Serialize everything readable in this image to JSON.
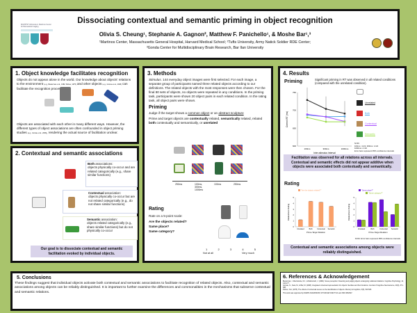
{
  "title": "Dissociating contextual and semantic priming in object recognition",
  "authors": "Olivia S. Cheung¹, Stephanie A. Gagnon², Matthew F. Panichello¹, & Moshe Bar¹,³",
  "affil1": "¹Martinos Center, Massachusetts General Hospital, Harvard Medical School; ²Tufts University, Army Natick Soldier RDE Center;",
  "affil2": "³Gonda Center for Multidisciplinary Brain Research, Bar Ilan University",
  "logo_text": "MGH/HST Athinoula A. Martinos Center for Biomedical Imaging",
  "s1": {
    "heading": "1. Object knowledge facilitates recognition",
    "p1a": "Objects do not appear alone in the world. Our knowledge about objects' relations to the environment ",
    "c1": "(e.g., Biederman et al., 1982; Palmer, 1975)",
    "p1b": " and other objects ",
    "c2": "(e.g., Gronau et al., 2008)",
    "p1c": " can facilitate the recognition process.",
    "p2a": "Objects are associated with each other in many different ways. However, the different types of object associations are often confounded in object priming studies ",
    "c3": "(e.g., Gronau et al., 2008)",
    "p2b": ", rendering the actual source of facilitation unclear."
  },
  "s2": {
    "heading": "2. Contextual and semantic associations",
    "both_title": "Both",
    "both_rest": " associations:",
    "both_desc": "objects physically co-occur and are related categorically (e.g., share similar functions)",
    "ctx_title": "Contextual",
    "ctx_rest": " association:",
    "ctx_desc": "objects physically co-occur but are not related categorically (e.g., do not share similar functions)",
    "sem_title": "Semantic",
    "sem_rest": " association:",
    "sem_desc": "objects related categorically (e.g., share similar functions) but do not physically co-occur",
    "goal": "Our goal is to dissociate contextual and semantic facilitation evoked by individual objects."
  },
  "s3": {
    "heading": "3. Methods",
    "stim_label": "Stimulus.",
    "stim": " 144 everyday object images were first selected. For each image, a separate group of participants named three related objects according to our definitions. The related objects with the most responses were then chosen. For the final 80 sets of objects, no objects were repeated in any conditions. In the priming task, participants were shown 20 object pairs in each related condition. In the rating task, all object pairs were shown.",
    "priming": "Priming",
    "judge_a": "Judge if the target shows a ",
    "judge_u1": "common object",
    "judge_b": " or an ",
    "judge_u2": "abstract sculpture",
    "rel_a": "Prime and target objects are ",
    "rel_ctx": "contextually",
    "rel_b": " related, ",
    "rel_sem": "semantically",
    "rel_c": " related, related ",
    "rel_both": "both",
    "rel_d": " contextually and semantically, or ",
    "rel_un": "unrelated",
    "timeline": [
      "250ms",
      "100ms,\n300ms,\n1000ms",
      "100ms",
      "250ms"
    ],
    "rating": "Rating",
    "rate_scale": "Rate on a 5-point scale:",
    "questions": [
      "Are the objects related?",
      "Same place?",
      "Same category?"
    ],
    "scale": [
      "1",
      "2",
      "3",
      "4",
      "5"
    ],
    "scale_low": "Not at all",
    "scale_high": "Very much"
  },
  "s4": {
    "heading": "4. Results",
    "priming": "Priming",
    "priming_text": "Significant priming in RT was observed in all related conditions (compared with the unrelated condition).",
    "notes": [
      "N=69",
      "100ms: n=21; 300ms: n=24",
      "1000ms: n=24",
      "Error bars represent 95% confidence intervals"
    ],
    "finding1": "Facilitation was observed for all relations across all intervals. Contextual and semantic effects did not appear additive when objects were associated both contextually and semantically.",
    "rating": "Rating",
    "rating_note": "N=69. Error bars represent 95% confidence intervals",
    "finding2": "Contextual and semantic associations among objects were reliably distinguished."
  },
  "s5": {
    "heading": "5. Conclusions",
    "text": "These findings suggest that individual objects activate both contextual and semantic associations to facilitate recognition of related objects. Also, contextual and semantic associations among objects can be reliably distinguished. It is important to further examine the differences and commonalities in the mechanisms that subserve contextual and semantic relations."
  },
  "s6": {
    "heading": "6. References & Acknowledgement",
    "refs": [
      "Biederman, I. Mezzanotte, R.J., & Rabinowitz, J. (1982). Scene perception: Detecting and judging objects undergoing relational violations. Cognitive Psychology, 14, 143-177.",
      "Gronau, N., Neta, M., & Bar, M. (2008). Integrated contextual representation for objects' identities and their locations. Journal of Cognitive Neuroscience, 20(3), 371-388.",
      "Palmer, S.E. (1975). The effects of contextual scenes on the identification of objects. Memory & Cognition, 3(5), 519-526."
    ],
    "ack": "This work was supported by DARPA N10AP20036, NIH 1R01EY019477-01 and NSF 0842947."
  },
  "chart_data": [
    {
      "type": "line",
      "xlabel": "Inter-stimulus Interval",
      "ylabel": "Correct RT (ms)",
      "categories": [
        "100ms",
        "300ms",
        "1000ms"
      ],
      "ylim": [
        600,
        750
      ],
      "yticks": [
        600,
        650,
        700,
        750
      ],
      "error_bars": true,
      "series": [
        {
          "name": "Unrelated",
          "color": "#222222",
          "values": [
            729,
            704,
            691
          ]
        },
        {
          "name": "Both",
          "color": "#4aa3e8",
          "values": [
            687,
            682,
            683
          ]
        },
        {
          "name": "Contextual",
          "color": "#a64dff",
          "values": [
            689,
            682,
            669
          ]
        },
        {
          "name": "Semantic",
          "color": "#99dd44",
          "values": [
            680,
            668,
            668
          ]
        }
      ]
    },
    {
      "type": "bar",
      "xlabel": "Prime-Target Relation",
      "ylabel": "Relatedness Rating",
      "categories": [
        "Unrelated",
        "Both",
        "Contextual",
        "Semantic"
      ],
      "ylim": [
        0,
        5
      ],
      "yticks": [
        0,
        1,
        2,
        3,
        4,
        5
      ],
      "legend": "top-left",
      "series": [
        {
          "name": "\"Are the objects related?\"",
          "color": "#f9a06a",
          "values": [
            1.2,
            4.35,
            4.2,
            3.5
          ]
        }
      ]
    },
    {
      "type": "bar",
      "xlabel": "Prime-Target Relation",
      "ylabel": "Relatedness Rating",
      "categories": [
        "Unrelated",
        "Both",
        "Contextual",
        "Semantic"
      ],
      "ylim": [
        0,
        5
      ],
      "yticks": [
        0,
        1,
        2,
        3,
        4,
        5
      ],
      "legend": "top-left",
      "series": [
        {
          "name": "\"Same place?\"",
          "color": "#6a14d8",
          "values": [
            1.2,
            4.2,
            4.65,
            2.1
          ]
        },
        {
          "name": "\"Same category?\"",
          "color": "#95bd2a",
          "values": [
            1.15,
            4.15,
            2.6,
            3.9
          ]
        }
      ]
    }
  ]
}
